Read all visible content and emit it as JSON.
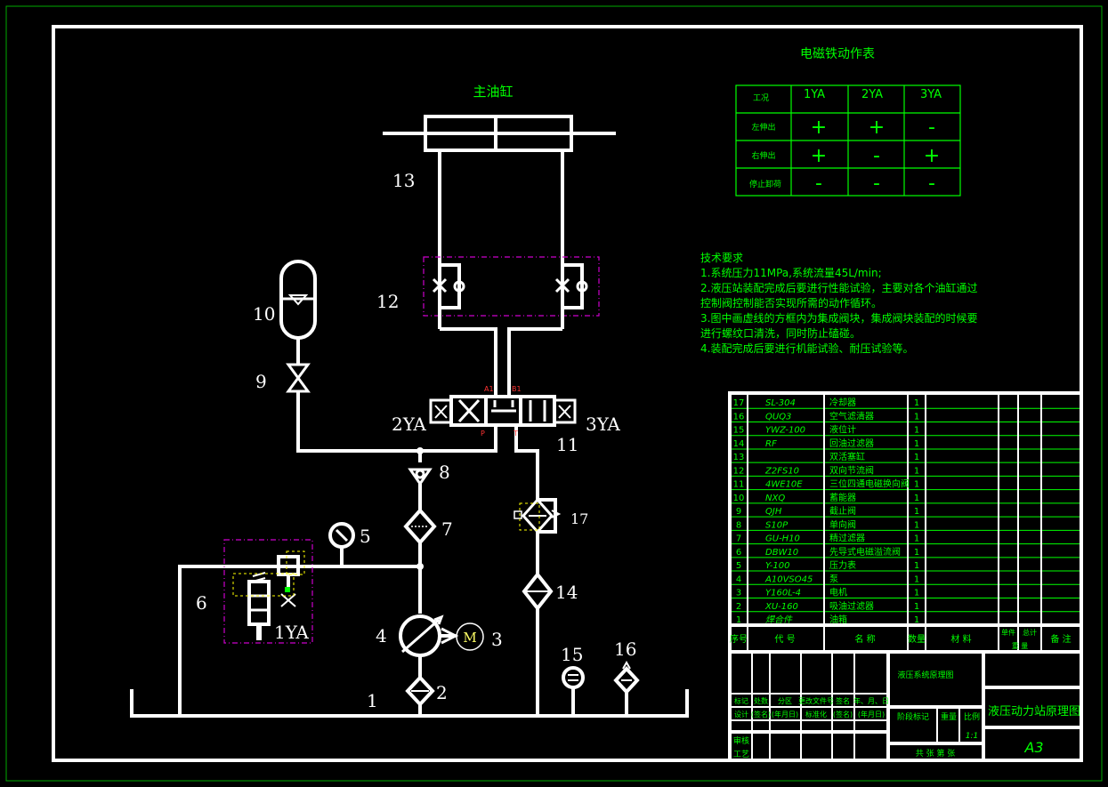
{
  "main_cylinder_title": "主油缸",
  "component_numbers": [
    "1",
    "2",
    "3",
    "4",
    "5",
    "6",
    "7",
    "8",
    "9",
    "10",
    "11",
    "12",
    "13",
    "14",
    "15",
    "16",
    "17"
  ],
  "solenoid_labels": {
    "s1": "1YA",
    "s2": "2YA",
    "s3": "3YA"
  },
  "valve_ports": {
    "a": "A1",
    "b": "B1",
    "p": "P",
    "t": "T"
  },
  "motor_symbol": "M",
  "action_table": {
    "title": "电磁铁动作表",
    "headers": [
      "工况",
      "1YA",
      "2YA",
      "3YA"
    ],
    "rows": [
      {
        "name": "左伸出",
        "s1": "+",
        "s2": "+",
        "s3": "-"
      },
      {
        "name": "右伸出",
        "s1": "+",
        "s2": "-",
        "s3": "+"
      },
      {
        "name": "停止卸荷",
        "s1": "-",
        "s2": "-",
        "s3": "-"
      }
    ]
  },
  "tech_req": {
    "title": "技术要求",
    "lines": [
      "1.系统压力11MPa,系统流量45L/min;",
      "2.液压站装配完成后要进行性能试验，主要对各个油缸通过",
      "控制阀控制能否实现所需的动作循环。",
      "3.图中画虚线的方框内为集成阀块，集成阀块装配的时候要",
      "进行螺纹口清洗，同时防止磕碰。",
      "4.装配完成后要进行机能试验、耐压试验等。"
    ]
  },
  "parts_list": [
    {
      "no": "17",
      "code": "SL-304",
      "name": "冷却器",
      "qty": "1"
    },
    {
      "no": "16",
      "code": "QUQ3",
      "name": "空气滤清器",
      "qty": "1"
    },
    {
      "no": "15",
      "code": "YWZ-100",
      "name": "液位计",
      "qty": "1"
    },
    {
      "no": "14",
      "code": "RF",
      "name": "回油过滤器",
      "qty": "1"
    },
    {
      "no": "13",
      "code": "",
      "name": "双活塞缸",
      "qty": "1"
    },
    {
      "no": "12",
      "code": "Z2FS10",
      "name": "双向节流阀",
      "qty": "1"
    },
    {
      "no": "11",
      "code": "4WE10E",
      "name": "三位四通电磁换向阀",
      "qty": "1"
    },
    {
      "no": "10",
      "code": "NXQ",
      "name": "蓄能器",
      "qty": "1"
    },
    {
      "no": "9",
      "code": "QJH",
      "name": "截止阀",
      "qty": "1"
    },
    {
      "no": "8",
      "code": "S10P",
      "name": "单向阀",
      "qty": "1"
    },
    {
      "no": "7",
      "code": "GU-H10",
      "name": "精过滤器",
      "qty": "1"
    },
    {
      "no": "6",
      "code": "DBW10",
      "name": "先导式电磁溢流阀",
      "qty": "1"
    },
    {
      "no": "5",
      "code": "Y-100",
      "name": "压力表",
      "qty": "1"
    },
    {
      "no": "4",
      "code": "A10VSO45",
      "name": "泵",
      "qty": "1"
    },
    {
      "no": "3",
      "code": "Y160L-4",
      "name": "电机",
      "qty": "1"
    },
    {
      "no": "2",
      "code": "XU-160",
      "name": "吸油过滤器",
      "qty": "1"
    },
    {
      "no": "1",
      "code": "焊合件",
      "name": "油箱",
      "qty": "1"
    }
  ],
  "parts_header": {
    "no": "序号",
    "code": "代 号",
    "name": "名 称",
    "qty": "数量",
    "material": "材 料",
    "unit_weight": "单件",
    "total_weight": "总计",
    "weight": "重 量",
    "remark": "备 注"
  },
  "title_block": {
    "drawing_name": "液压系统原理图",
    "title": "液压动力站原理图",
    "size": "A3",
    "stage_label": "阶段标记",
    "weight_label": "重量",
    "scale_label": "比例",
    "scale_value": "1:1",
    "sheet_label": "共  张 第  张",
    "row_mark": [
      "标记",
      "处数",
      "分区",
      "更改文件号",
      "签名",
      "年、月、日"
    ],
    "row_design": [
      "设计",
      "(签名)",
      "(年月日)",
      "标准化",
      "(签名)",
      "(年月日)"
    ],
    "review": "审核",
    "process": "工艺"
  },
  "colors": {
    "line": "#ffffff",
    "table": "#00ff00",
    "valve_block": "#cc00cc",
    "port": "#ff3333",
    "motor": "#ffff66",
    "frame": "#00aa00"
  }
}
